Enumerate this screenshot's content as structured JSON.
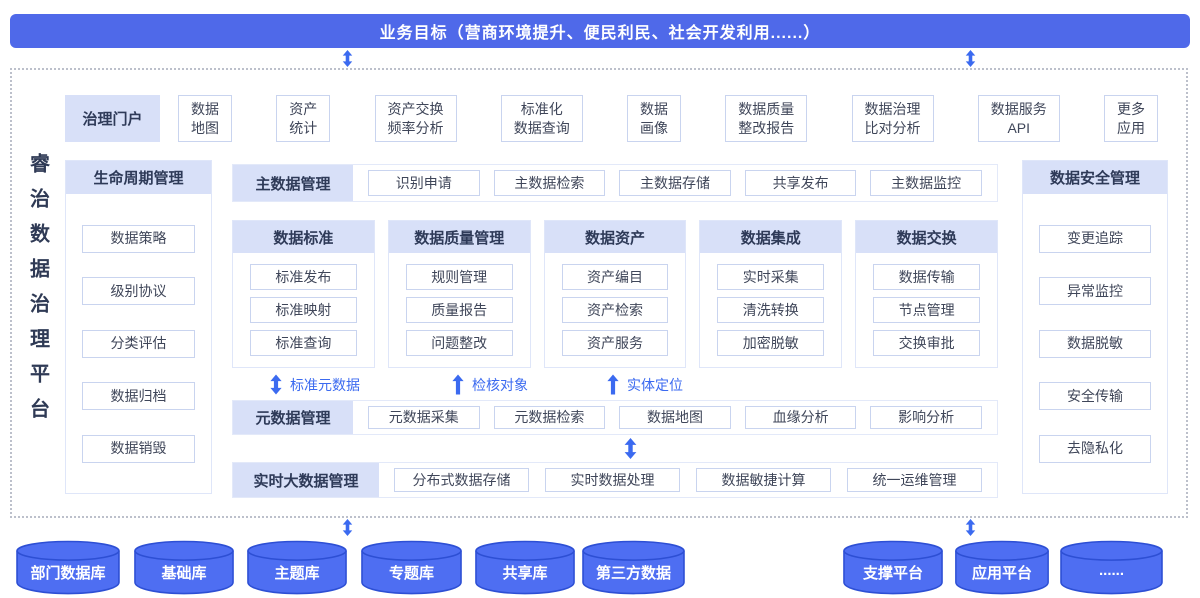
{
  "banner": {
    "title": "业务目标（营商环境提升、便民利民、社会开发利用......）"
  },
  "platform": {
    "title": "睿治数据治理平台"
  },
  "portal": {
    "header": "治理门户",
    "items": [
      "数据\n地图",
      "资产\n统计",
      "资产交换\n频率分析",
      "标准化\n数据查询",
      "数据\n画像",
      "数据质量\n整改报告",
      "数据治理\n比对分析",
      "数据服务\nAPI",
      "更多\n应用"
    ]
  },
  "lifecycle": {
    "header": "生命周期管理",
    "items": [
      "数据策略",
      "级别协议",
      "分类评估",
      "数据归档",
      "数据销毁"
    ]
  },
  "master": {
    "header": "主数据管理",
    "items": [
      "识别申请",
      "主数据检索",
      "主数据存储",
      "共享发布",
      "主数据监控"
    ]
  },
  "capabilities": [
    {
      "header": "数据标准",
      "items": [
        "标准发布",
        "标准映射",
        "标准查询"
      ]
    },
    {
      "header": "数据质量管理",
      "items": [
        "规则管理",
        "质量报告",
        "问题整改"
      ]
    },
    {
      "header": "数据资产",
      "items": [
        "资产编目",
        "资产检索",
        "资产服务"
      ]
    },
    {
      "header": "数据集成",
      "items": [
        "实时采集",
        "清洗转换",
        "加密脱敏"
      ]
    },
    {
      "header": "数据交换",
      "items": [
        "数据传输",
        "节点管理",
        "交换审批"
      ]
    }
  ],
  "flow_labels": [
    {
      "label": "标准元数据",
      "arrow": "double-arrow"
    },
    {
      "label": "检核对象",
      "arrow": "up-arrow"
    },
    {
      "label": "实体定位",
      "arrow": "up-arrow"
    }
  ],
  "metadata": {
    "header": "元数据管理",
    "items": [
      "元数据采集",
      "元数据检索",
      "数据地图",
      "血缘分析",
      "影响分析"
    ]
  },
  "bigdata": {
    "header": "实时大数据管理",
    "items": [
      "分布式数据存储",
      "实时数据处理",
      "数据敏捷计算",
      "统一运维管理"
    ]
  },
  "security": {
    "header": "数据安全管理",
    "items": [
      "变更追踪",
      "异常监控",
      "数据脱敏",
      "安全传输",
      "去隐私化"
    ]
  },
  "sources": [
    "部门数据库",
    "基础库",
    "主题库",
    "专题库",
    "共享库",
    "第三方数据"
  ],
  "platforms": [
    "支撑平台",
    "应用平台",
    "......"
  ],
  "colors": {
    "banner": "#4f69e9",
    "arrow": "#3b6af0",
    "module_header_bg": "#d8e0f8",
    "header_text": "#2e3a58",
    "box_border": "#c9d4ef",
    "cylinder_fill": "#4e6ef2",
    "cylinder_stroke": "#2d4fd4"
  }
}
